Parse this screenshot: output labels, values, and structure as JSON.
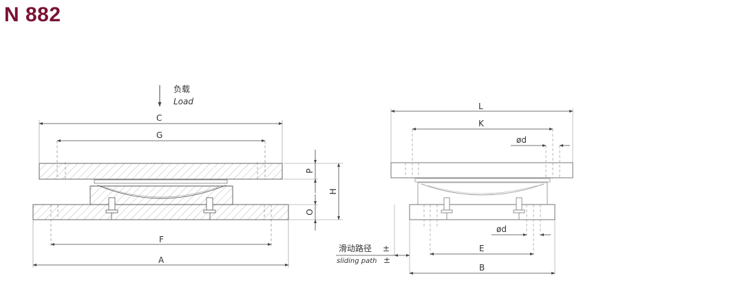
{
  "header": {
    "title": "N 882"
  },
  "colors": {
    "title": "#7a1233",
    "line": "#444444",
    "hatch": "#9a9a9a",
    "dash": "#888888"
  },
  "load": {
    "label_cn": "负载",
    "label_en": "Load"
  },
  "front_view": {
    "dim_c": "C",
    "dim_g": "G",
    "dim_f": "F",
    "dim_a": "A",
    "dim_p": "P",
    "dim_o": "O",
    "dim_h": "H"
  },
  "side_view": {
    "dim_l": "L",
    "dim_k": "K",
    "dim_d_top": "ød",
    "dim_d_bottom": "ød",
    "dim_e": "E",
    "dim_b": "B",
    "sliding_cn": "滑动路径",
    "sliding_en": "sliding path",
    "pm_top": "±",
    "pm_bottom": "±"
  }
}
